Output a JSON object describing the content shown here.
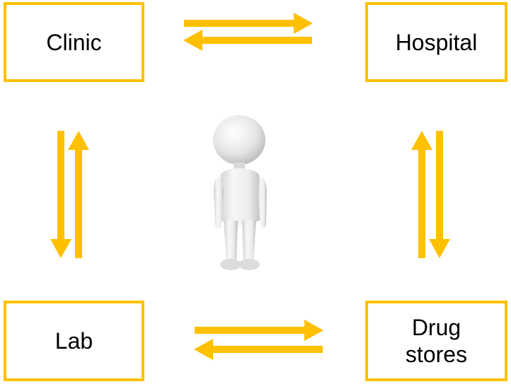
{
  "diagram": {
    "nodes": {
      "clinic": {
        "label": "Clinic"
      },
      "hospital": {
        "label": "Hospital"
      },
      "lab": {
        "label": "Lab"
      },
      "drug_stores": {
        "lines": [
          "Drug",
          "stores"
        ]
      }
    },
    "connections": [
      {
        "from": "clinic",
        "to": "hospital",
        "bidirectional": true
      },
      {
        "from": "lab",
        "to": "drug_stores",
        "bidirectional": true
      },
      {
        "from": "clinic",
        "to": "lab",
        "bidirectional": true
      },
      {
        "from": "hospital",
        "to": "drug_stores",
        "bidirectional": true
      }
    ],
    "center": {
      "icon": "person-figure-icon"
    },
    "colors": {
      "accent": "#FFC000",
      "text": "#000000",
      "background": "#FFFFFF",
      "figure_fill": "#F0F0F0",
      "figure_shadow": "#C8C8C8"
    }
  }
}
